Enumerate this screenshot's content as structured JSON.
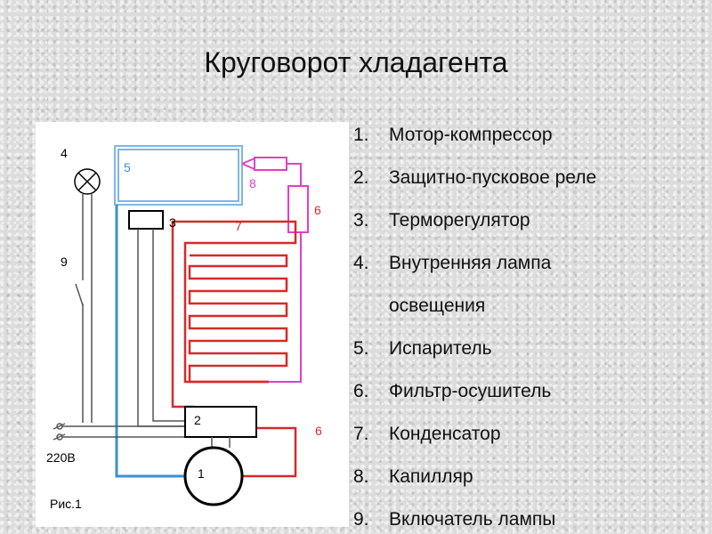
{
  "title": "Круговорот хладагента",
  "legend": {
    "items": [
      {
        "num": "1.",
        "text": "Мотор-компрессор"
      },
      {
        "num": "2.",
        "text": "Защитно-пусковое реле"
      },
      {
        "num": "3.",
        "text": "Терморегулятор"
      },
      {
        "num": "4.",
        "text": "Внутренняя лампа",
        "text2": "освещения"
      },
      {
        "num": "5.",
        "text": "Испаритель"
      },
      {
        "num": "6.",
        "text": "Фильтр-осушитель"
      },
      {
        "num": "7.",
        "text": "Конденсатор"
      },
      {
        "num": "8.",
        "text": "Капилляр"
      },
      {
        "num": "9.",
        "text": "Включатель лампы"
      }
    ]
  },
  "diagram": {
    "labels": {
      "lamp": "4",
      "evaporator": "5",
      "capillary": "8",
      "filter": "6",
      "thermostat": "3",
      "condenser": "7",
      "switch": "9",
      "relay": "2",
      "filter_lower": "6",
      "compressor": "1",
      "voltage": "220В",
      "figure": "Рис.1"
    },
    "colors": {
      "evaporator": "#3b8fd6",
      "condenser": "#d62a2a",
      "capillary": "#e040c8",
      "wire": "#555555"
    }
  }
}
